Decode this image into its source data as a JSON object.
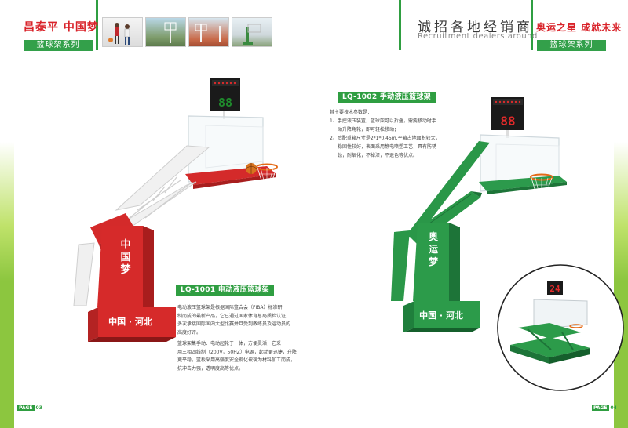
{
  "header": {
    "brand": "昌泰平 中国梦",
    "series_left": "篮球架系列",
    "series_right": "篮球架系列",
    "recruit_cn": "诚招各地经销商",
    "recruit_en": "Recruitment dealers around",
    "slogan": "奥运之星 成就未来"
  },
  "products": {
    "lq1002": {
      "title": "LQ-1002 手动液压篮球架",
      "spec_heading": "其主要技术参数是：",
      "spec_lines": [
        "1、手控液压装置，篮球架可以折叠，需要移动时手",
        "动升降角轮，即可轻松移动；",
        "2、后配重箱尺寸是2*1*0.45m,平箱占地面积较大，",
        "稳固性较好，表面采用静电喷塑工艺，具有防锈",
        "蚀，耐氧化，不掉漆，不退色等优点。"
      ],
      "scoreboard_digits": "88",
      "inset_digits": "24",
      "column_text": [
        "奥",
        "运",
        "梦"
      ],
      "base_text": "中国 · 河北"
    },
    "lq1001": {
      "title": "LQ-1001 电动液压篮球架",
      "desc_lines": [
        "电动液压篮球架是根据国际篮合会（FIBA）标准研",
        "制而成的最新产品，它已通过国家体育总局质检认证，",
        "多次承接国际国内大型比赛并且受到教练员及运动员的",
        "高度好评。"
      ],
      "desc2_lines": [
        "篮球架集手动、电动起轮于一体，方便灵活，它采",
        "用三相四线制（200V，50HZ）电源，起动更迅捷，升降",
        "更平稳，篮板采用高强度安全钢化玻璃为材料加工而成，",
        "抗冲击力强，透明度高等优点。"
      ],
      "scoreboard_digits": "88",
      "column_text": [
        "中",
        "国",
        "梦"
      ],
      "base_text": "中国 · 河北"
    }
  },
  "footer": {
    "left_label": "PAGE",
    "left_page": "03",
    "right_label": "PAGE",
    "right_page": "04"
  },
  "colors": {
    "brand_red": "#d9232a",
    "brand_green": "#2f9e41",
    "lime": "#8cc63f"
  }
}
